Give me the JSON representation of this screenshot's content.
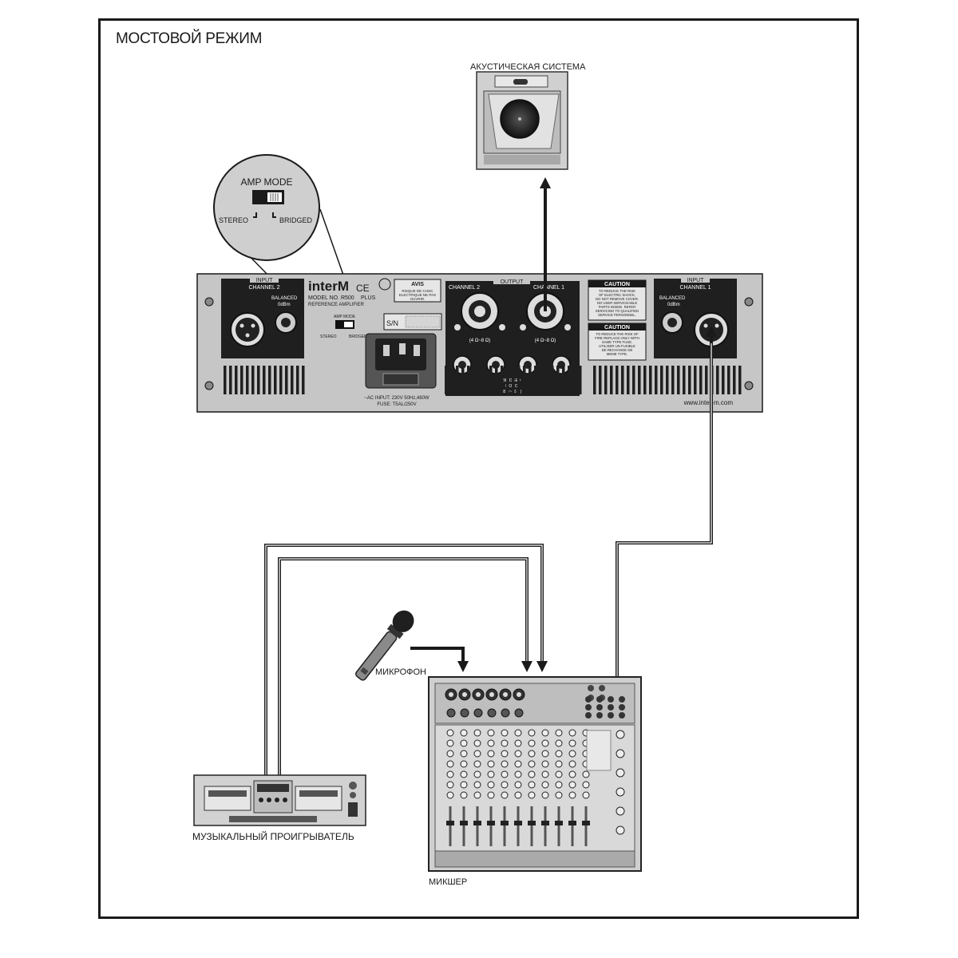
{
  "diagram": {
    "title": "МОСТОВОЙ РЕЖИМ",
    "labels": {
      "speaker": "АКУСТИЧЕСКАЯ СИСТЕМА",
      "microphone": "МИКРОФОН",
      "player": "МУЗЫКАЛЬНЫЙ ПРОИГРЫВАТЕЛЬ",
      "mixer": "МИКШЕР"
    },
    "amp_mode_callout": {
      "title": "AMP MODE",
      "stereo": "STEREO",
      "bridged": "BRIDGED"
    },
    "amplifier": {
      "input_ch2": "INPUT",
      "channel2": "CHANNEL 2",
      "balanced_left": "BALANCED",
      "dbm_left": "0dBm",
      "brand": "interM",
      "model": "MODEL NO. R500",
      "plus": "PLUS",
      "reference": "REFERENCE AMPLIFIER",
      "amp_mode": "AMP MODE",
      "stereo": "STEREO",
      "bridged": "BRIDGED",
      "avis_title": "AVIS",
      "avis_text": [
        "RISQUE DE CHOC",
        "ELECTRIQUE NE PAS",
        "OUVRIR."
      ],
      "sn": "S/N",
      "output": "OUTPUT",
      "out_ch2": "CHANNEL 2",
      "out_ch1": "CHANNEL 1",
      "ohm_a": "(4 Ω~8 Ω)",
      "ohm_b": "(4 Ω~8 Ω)",
      "bridged_mono": [
        "BRIDGED",
        "MONO",
        "(8 Ω~16 Ω)"
      ],
      "ac_input": "~AC INPUT: 230V 50Hz,480W",
      "fuse": "FUSE: T5AL/250V",
      "caution1_title": "CAUTION",
      "caution1_text": [
        "TO REDUCE THE RISK",
        "OF ELECTRIC SHOCK,",
        "DO NOT REMOVE COVER.",
        "NO USER SERVICEABLE",
        "PARTS INSIDE. REFER",
        "SERVICING TO QUALIFIED",
        "SERVICE PERSONNEL."
      ],
      "caution2_title": "CAUTION",
      "caution2_text": [
        "TO REDUCE THE RISK OF",
        "FIRE REPLACE ONLY WITH",
        "SAME TYPE FUSE.",
        "UTILISER UN FUSIBLE",
        "DE RECHANGE DE",
        "MEME TYPE."
      ],
      "input_ch1": "INPUT",
      "channel1": "CHANNEL 1",
      "balanced_right": "BALANCED",
      "dbm_right": "0dBm",
      "website": "www.inter-m.com"
    },
    "colors": {
      "line": "#1a1a1a",
      "panel": "#c8c8c8",
      "dark": "#2a2a2a",
      "light": "#e6e6e6"
    }
  }
}
